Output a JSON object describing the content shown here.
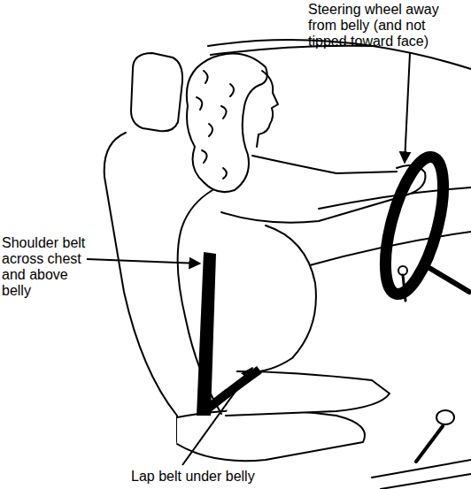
{
  "diagram": {
    "labels": [
      "Steering wheel away from belly (and not tipped toward face)",
      "Shoulder belt across chest and above belly",
      "Lap belt under belly"
    ]
  }
}
